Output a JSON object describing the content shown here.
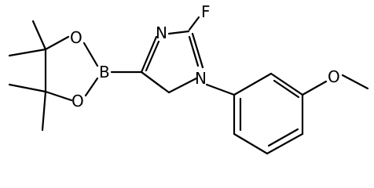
{
  "diagram": {
    "type": "chemical-structure",
    "atom_labels": {
      "fluorine": "F",
      "imidazole_n3": "N",
      "imidazole_n1": "N",
      "boron": "B",
      "oxygen_upper": "O",
      "oxygen_lower": "O",
      "methoxy_oxygen": "O"
    }
  }
}
